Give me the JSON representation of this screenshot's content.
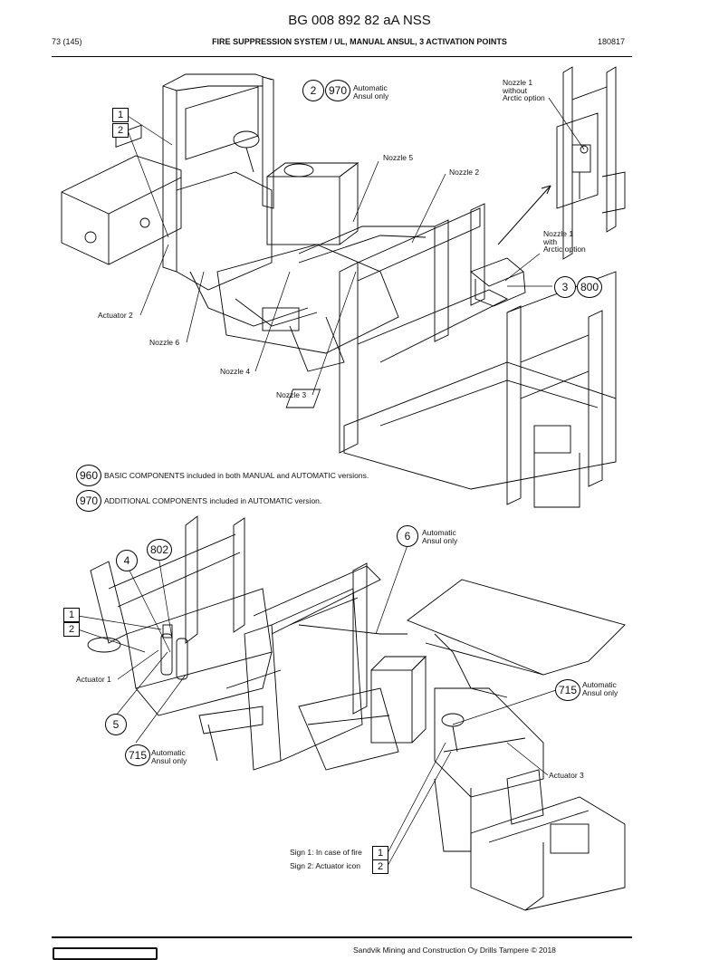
{
  "header": {
    "doc_title": "BG 008 892 82 aA NSS",
    "page": "73 (145)",
    "section_title": "FIRE SUPPRESSION SYSTEM / UL, MANUAL ANSUL, 3 ACTIVATION POINTS",
    "date": "180817"
  },
  "top_view": {
    "callouts": {
      "c2": "2",
      "c970": "970",
      "c3": "3",
      "c800": "800",
      "automatic_ansul_only": "Automatic\nAnsul only",
      "box1": "1",
      "box2": "2"
    },
    "labels": {
      "nozzle1_without": "Nozzle 1\nwithout\nArctic option",
      "nozzle5": "Nozzle 5",
      "nozzle2": "Nozzle 2",
      "nozzle1_with": "Nozzle 1\nwith\nArctic option",
      "actuator2": "Actuator 2",
      "nozzle6": "Nozzle 6",
      "nozzle4": "Nozzle 4",
      "nozzle3": "Nozzle 3"
    }
  },
  "legend": [
    {
      "code": "960",
      "text": "BASIC COMPONENTS included in both MANUAL and AUTOMATIC versions."
    },
    {
      "code": "970",
      "text": "ADDITIONAL COMPONENTS included in AUTOMATIC version."
    }
  ],
  "bottom_view": {
    "callouts": {
      "c6": "6",
      "c802": "802",
      "c4": "4",
      "c5": "5",
      "c715a": "715",
      "c715b": "715",
      "box1": "1",
      "box2": "2",
      "sign_box1": "1",
      "sign_box2": "2",
      "automatic_ansul_only_6": "Automatic\nAnsul only",
      "automatic_ansul_only_715a": "Automatic\nAnsul only",
      "automatic_ansul_only_715b": "Automatic\nAnsul only"
    },
    "labels": {
      "actuator1": "Actuator 1",
      "actuator3": "Actuator 3",
      "sign1": "Sign 1: In case of fire",
      "sign2": "Sign 2: Actuator icon"
    }
  },
  "footer": {
    "text": "Sandvik Mining and Construction Oy Drills Tampere © 2018"
  },
  "colors": {
    "line": "#000000",
    "paper": "#ffffff"
  }
}
